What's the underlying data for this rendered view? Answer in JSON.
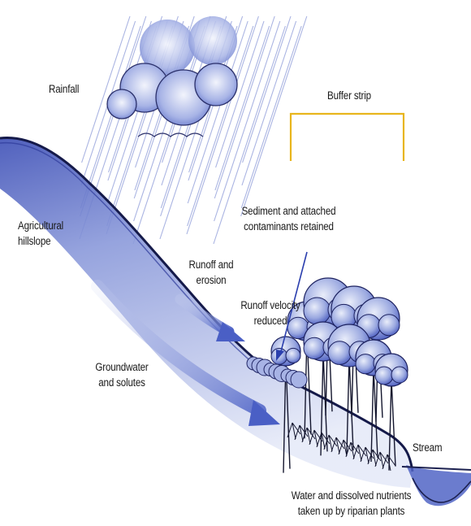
{
  "labels": {
    "rainfall": "Rainfall",
    "buffer_strip": "Buffer strip",
    "sediment": [
      "Sediment and attached",
      "contaminants retained"
    ],
    "hillslope": [
      "Agricultural",
      "hillslope"
    ],
    "runoff_erosion": [
      "Runoff and",
      "erosion"
    ],
    "runoff_velocity": [
      "Runoff velocity",
      "reduced"
    ],
    "groundwater": [
      "Groundwater",
      "and solutes"
    ],
    "stream": "Stream",
    "uptake": [
      "Water and dissolved nutrients",
      "taken up by riparian plants"
    ]
  },
  "colors": {
    "buffer_bracket": "#e8b51c",
    "water_blue": "#5468c4",
    "ink": "#14162e",
    "ground_light": "#c8d0ee",
    "cloud": "#7f8fd6"
  },
  "icons": {
    "cloud": "rain-cloud-icon",
    "trees": "riparian-trees-icon"
  }
}
